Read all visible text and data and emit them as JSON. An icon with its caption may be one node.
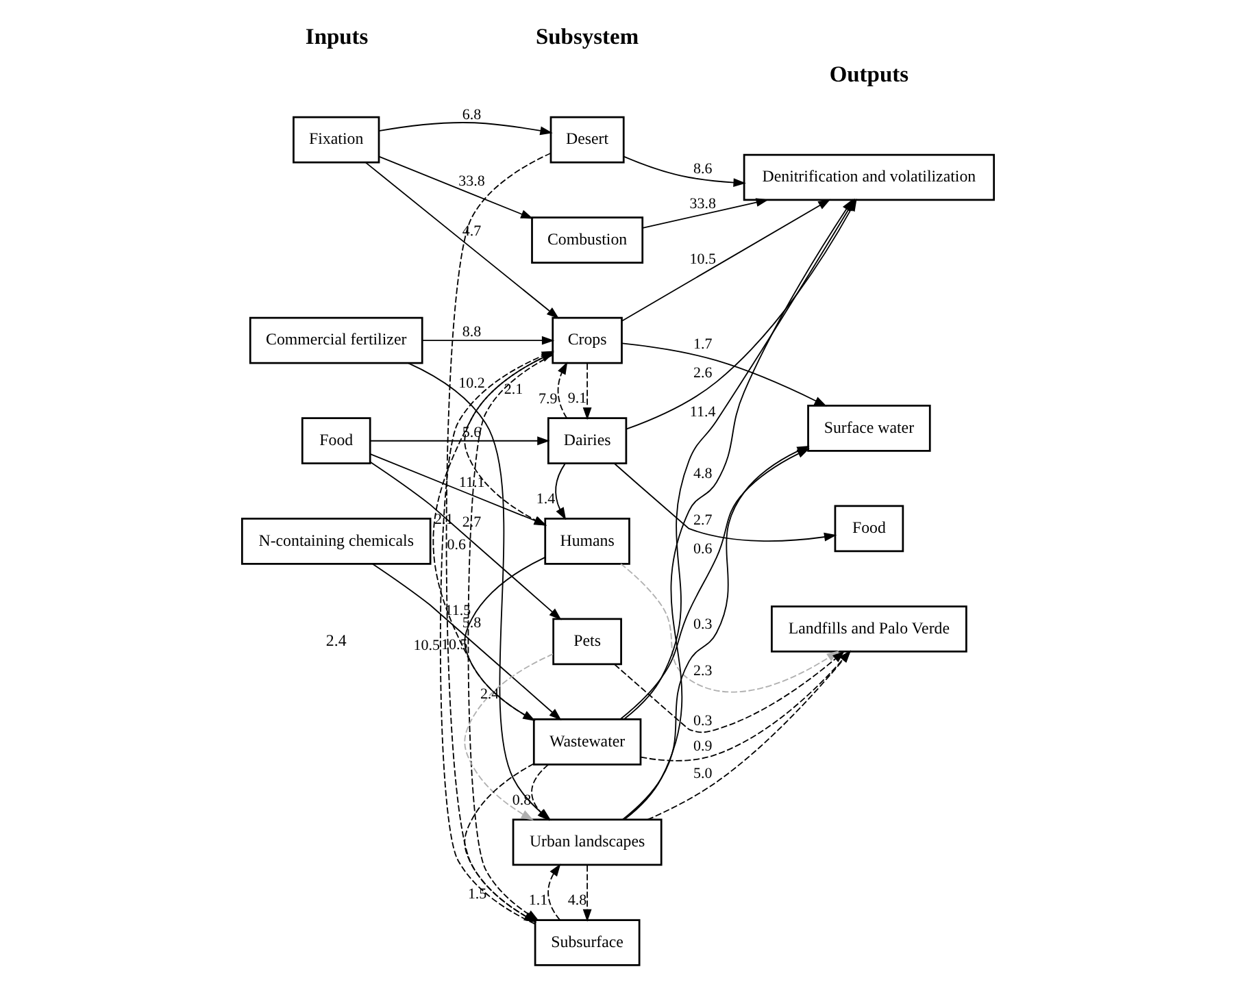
{
  "diagram": {
    "nodes": [
      {
        "text": [
          "Fixation"
        ]
      },
      {
        "text": [
          "Commercial fertilizer"
        ]
      },
      {
        "text": [
          "Food"
        ]
      },
      {
        "text": [
          "N-containing chemicals"
        ]
      },
      {
        "text": [
          "Desert"
        ]
      },
      {
        "text": [
          "Combustion"
        ]
      },
      {
        "text": [
          "Crops"
        ]
      },
      {
        "text": [
          "Dairies"
        ]
      },
      {
        "text": [
          "Humans"
        ]
      },
      {
        "text": [
          "Pets"
        ]
      },
      {
        "text": [
          "Wastewater"
        ]
      },
      {
        "text": [
          "Urban landscapes"
        ]
      },
      {
        "text": [
          "Subsurface"
        ]
      },
      {
        "text": [
          "Denitrification and volatilization"
        ]
      },
      {
        "text": [
          "Surface water"
        ]
      },
      {
        "text": [
          "Food"
        ]
      },
      {
        "text": [
          "Landfills and Palo Verde"
        ]
      }
    ],
    "edges": [
      {
        "from": 0,
        "to": 4,
        "arrow": "to",
        "label": "6.8"
      },
      {
        "from": 0,
        "to": 5,
        "arrow": "to",
        "label": "33.8"
      },
      {
        "from": 0,
        "to": 6,
        "arrow": "to",
        "label": "4.7"
      },
      {
        "from": 1,
        "to": 6,
        "arrow": "to",
        "label": "8.8"
      },
      {
        "from": 1,
        "to": 11,
        "arrow": "to",
        "label": "10.2"
      },
      {
        "from": 2,
        "to": 7,
        "arrow": "to",
        "label": "5.6"
      },
      {
        "from": 2,
        "to": 8,
        "arrow": "to",
        "label": "11.1"
      },
      {
        "from": 2,
        "to": 9,
        "arrow": "to",
        "label": "2.7"
      },
      {
        "from": 3,
        "to": 10,
        "arrow": "to",
        "label": "5.8"
      },
      {
        "from": 4,
        "to": 13,
        "arrow": "to",
        "label": "8.6"
      },
      {
        "from": 4,
        "to": 12,
        "arrow": "to",
        "label": "0.6",
        "style": "dashed"
      },
      {
        "from": 5,
        "to": 13,
        "arrow": "to",
        "label": "33.8"
      },
      {
        "from": 6,
        "to": 13,
        "arrow": "to",
        "label": "10.5"
      },
      {
        "from": 6,
        "to": 14,
        "arrow": "to",
        "label": "1.7"
      },
      {
        "from": 6,
        "to": 7,
        "arrow": "to",
        "label": "9.1",
        "style": "dashed"
      },
      {
        "from": 7,
        "to": 6,
        "arrow": "to",
        "label": "7.9",
        "style": "dashed"
      },
      {
        "from": 6,
        "to": 8,
        "arrow": "to",
        "label": "2.1",
        "style": "dashed"
      },
      {
        "from": 6,
        "to": 12,
        "arrow": "to",
        "label": "10.5",
        "style": "dashed"
      },
      {
        "from": 7,
        "to": 8,
        "arrow": "to",
        "label": "1.4"
      },
      {
        "from": 7,
        "to": 13,
        "arrow": "to",
        "label": "2.6"
      },
      {
        "from": 7,
        "to": 15,
        "arrow": "to",
        "label": "2.7"
      },
      {
        "from": 8,
        "to": 10,
        "arrow": "to",
        "label": "11.5"
      },
      {
        "from": 8,
        "to": 16,
        "arrow": "to",
        "label": "2.3",
        "style": "dashed",
        "color": "#b0b0b0"
      },
      {
        "from": 9,
        "to": 16,
        "arrow": "to",
        "label": "0.3",
        "style": "dashed"
      },
      {
        "from": 9,
        "to": 11,
        "arrow": "to",
        "label": "2.4",
        "style": "dashed",
        "color": "#b0b0b0"
      },
      {
        "from": 10,
        "to": 6,
        "arrow": "to",
        "label": "2.1",
        "style": "dashed"
      },
      {
        "from": 10,
        "to": 14,
        "arrow": "to",
        "label": "0.6"
      },
      {
        "from": 10,
        "to": 13,
        "arrow": "to",
        "label": "11.4"
      },
      {
        "from": 10,
        "to": 11,
        "arrow": "to",
        "label": "0.8",
        "style": "dashed"
      },
      {
        "from": 10,
        "to": 16,
        "arrow": "to",
        "label": "0.9",
        "style": "dashed"
      },
      {
        "from": 10,
        "to": 12,
        "arrow": "to",
        "label": "1.5",
        "style": "dashed"
      },
      {
        "from": 11,
        "to": 14,
        "arrow": "to",
        "label": "0.3"
      },
      {
        "from": 11,
        "to": 13,
        "arrow": "to",
        "label": "4.8"
      },
      {
        "from": 11,
        "to": 12,
        "arrow": "to",
        "label": "4.8",
        "style": "dashed"
      },
      {
        "from": 12,
        "to": 11,
        "arrow": "to",
        "label": "1.1",
        "style": "dashed"
      },
      {
        "from": 11,
        "to": 16,
        "arrow": "to",
        "label": "5.0",
        "style": "dashed"
      },
      {
        "from": 12,
        "to": 6,
        "arrow": "to",
        "label": "10.5",
        "style": "dashed"
      }
    ],
    "labels": [
      "Inputs",
      "Subsystem",
      "Outputs",
      "2.4"
    ]
  }
}
